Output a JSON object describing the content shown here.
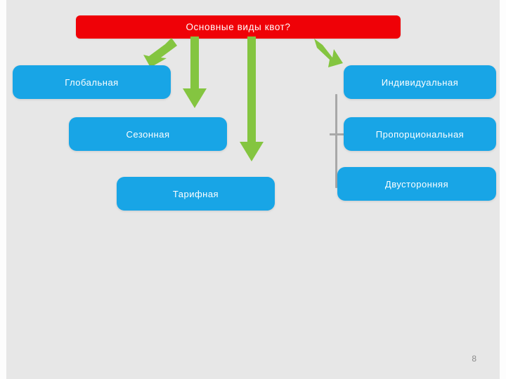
{
  "slide": {
    "title": "Основные виды квот?",
    "page_number": "8",
    "colors": {
      "background": "#e7e7e7",
      "title_bar": "#ef0107",
      "node_blue": "#18a5e6",
      "arrow_green": "#84c540",
      "connector_gray": "#a8a8a8",
      "text_white": "#ffffff"
    }
  },
  "nodes": {
    "left": [
      {
        "label": "Глобальная"
      },
      {
        "label": "Сезонная"
      },
      {
        "label": "Тарифная"
      }
    ],
    "right": [
      {
        "label": "Индивидуальная"
      },
      {
        "label": "Пропорциональная"
      },
      {
        "label": "Двусторонняя"
      }
    ]
  },
  "arrows": [
    {
      "name": "arrow-diagonal-down-left",
      "target": "Глобальная"
    },
    {
      "name": "arrow-down-short",
      "target": "Сезонная"
    },
    {
      "name": "arrow-down-long",
      "target": "Тарифная"
    },
    {
      "name": "arrow-diagonal-down-right",
      "target": "Индивидуальная"
    }
  ]
}
